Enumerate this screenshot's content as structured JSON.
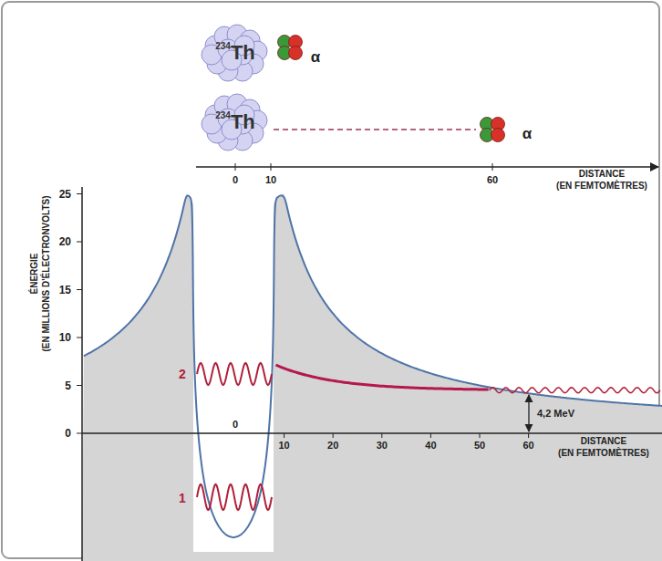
{
  "diagram": {
    "labels": [
      "234Th",
      "α",
      "234Th",
      "α",
      "0",
      "10",
      "60",
      "DISTANCE",
      "(EN FEMTOMÈTRES)",
      "ÉNERGIE",
      "(EN MILLIONS D'ÉLECTRONVOLTS)",
      "25",
      "20",
      "15",
      "10",
      "5",
      "0",
      "2",
      "4,2 MeV",
      "1",
      "0",
      "10",
      "20",
      "30",
      "40",
      "50",
      "60",
      "DISTANCE",
      "(EN FEMTOMÈTRES)"
    ]
  }
}
